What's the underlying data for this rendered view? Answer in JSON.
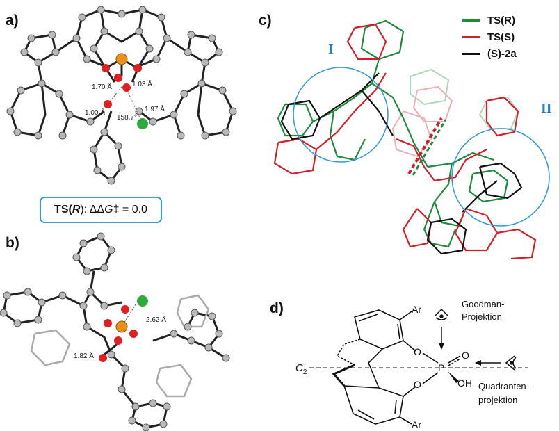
{
  "panels": {
    "a": {
      "label": "a)",
      "distances": [
        "1.70 Å",
        "1.03 Å",
        "1.00 Å",
        "1.97 Å",
        "158.7°"
      ]
    },
    "energy": {
      "prefix": "TS(",
      "config": "R",
      "mid": "): ΔΔ",
      "g": "G",
      "suffix": "‡ = 0.0"
    },
    "b": {
      "label": "b)",
      "distances": [
        "2.62 Å",
        "1.82 Å"
      ]
    },
    "c": {
      "label": "c)",
      "legend": [
        {
          "text": "TS(R)",
          "color": "#1e8a3c"
        },
        {
          "text": "TS(S)",
          "color": "#d0202a"
        },
        {
          "text": "(S)-2a",
          "color": "#111111"
        }
      ],
      "region_I": "I",
      "region_II": "II"
    },
    "d": {
      "label": "d)",
      "atoms": {
        "ar_top": "Ar",
        "ar_bottom": "Ar",
        "o1": "O",
        "o2": "O",
        "p": "P",
        "o_double": "O",
        "oh": "OH"
      },
      "axis": {
        "c": "C",
        "sub": "2"
      },
      "goodman": {
        "line1": "Goodman-",
        "line2": "Projektion"
      },
      "quadrant": {
        "line1": "Quadranten-",
        "line2": "projektion"
      }
    }
  },
  "colors": {
    "accent_circle": "#3a9ad6",
    "oxygen": "#e02020",
    "phosphorus": "#e8901a",
    "chlorine": "#2eaa3a",
    "carbon": "#b9b9b9"
  }
}
